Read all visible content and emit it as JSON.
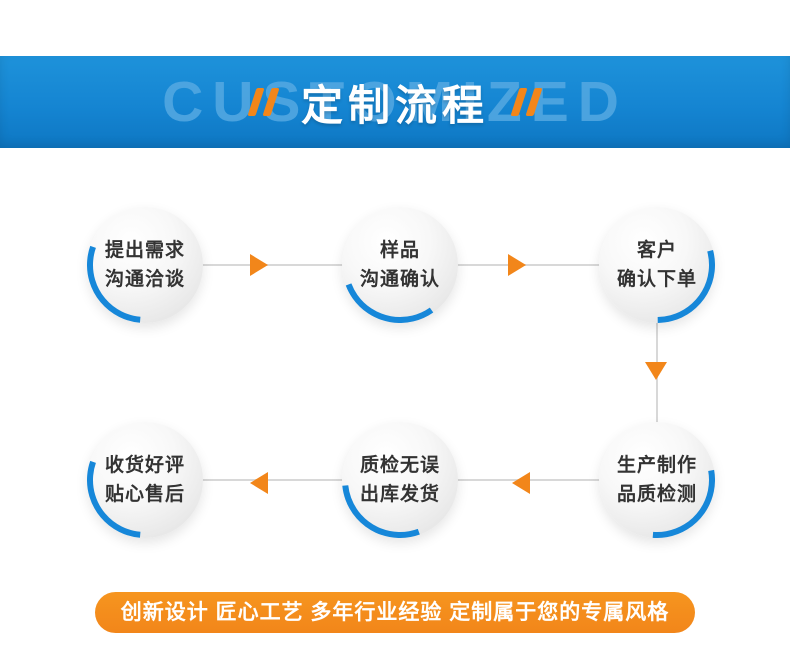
{
  "header": {
    "watermark": "CUSTOMIZED",
    "title": "定制流程"
  },
  "steps": [
    {
      "line1": "提出需求",
      "line2": "沟通洽谈"
    },
    {
      "line1": "样品",
      "line2": "沟通确认"
    },
    {
      "line1": "客户",
      "line2": "确认下单"
    },
    {
      "line1": "生产制作",
      "line2": "品质检测"
    },
    {
      "line1": "质检无误",
      "line2": "出库发货"
    },
    {
      "line1": "收货好评",
      "line2": "贴心售后"
    }
  ],
  "footer": {
    "text": "创新设计 匠心工艺 多年行业经验 定制属于您的专属风格"
  },
  "colors": {
    "banner-blue": "#1585d2",
    "watermark-blue": "#55a9e2",
    "arc-blue": "#1687d9",
    "accent-orange": "#f2861a",
    "line-gray": "#d8d8d8"
  }
}
